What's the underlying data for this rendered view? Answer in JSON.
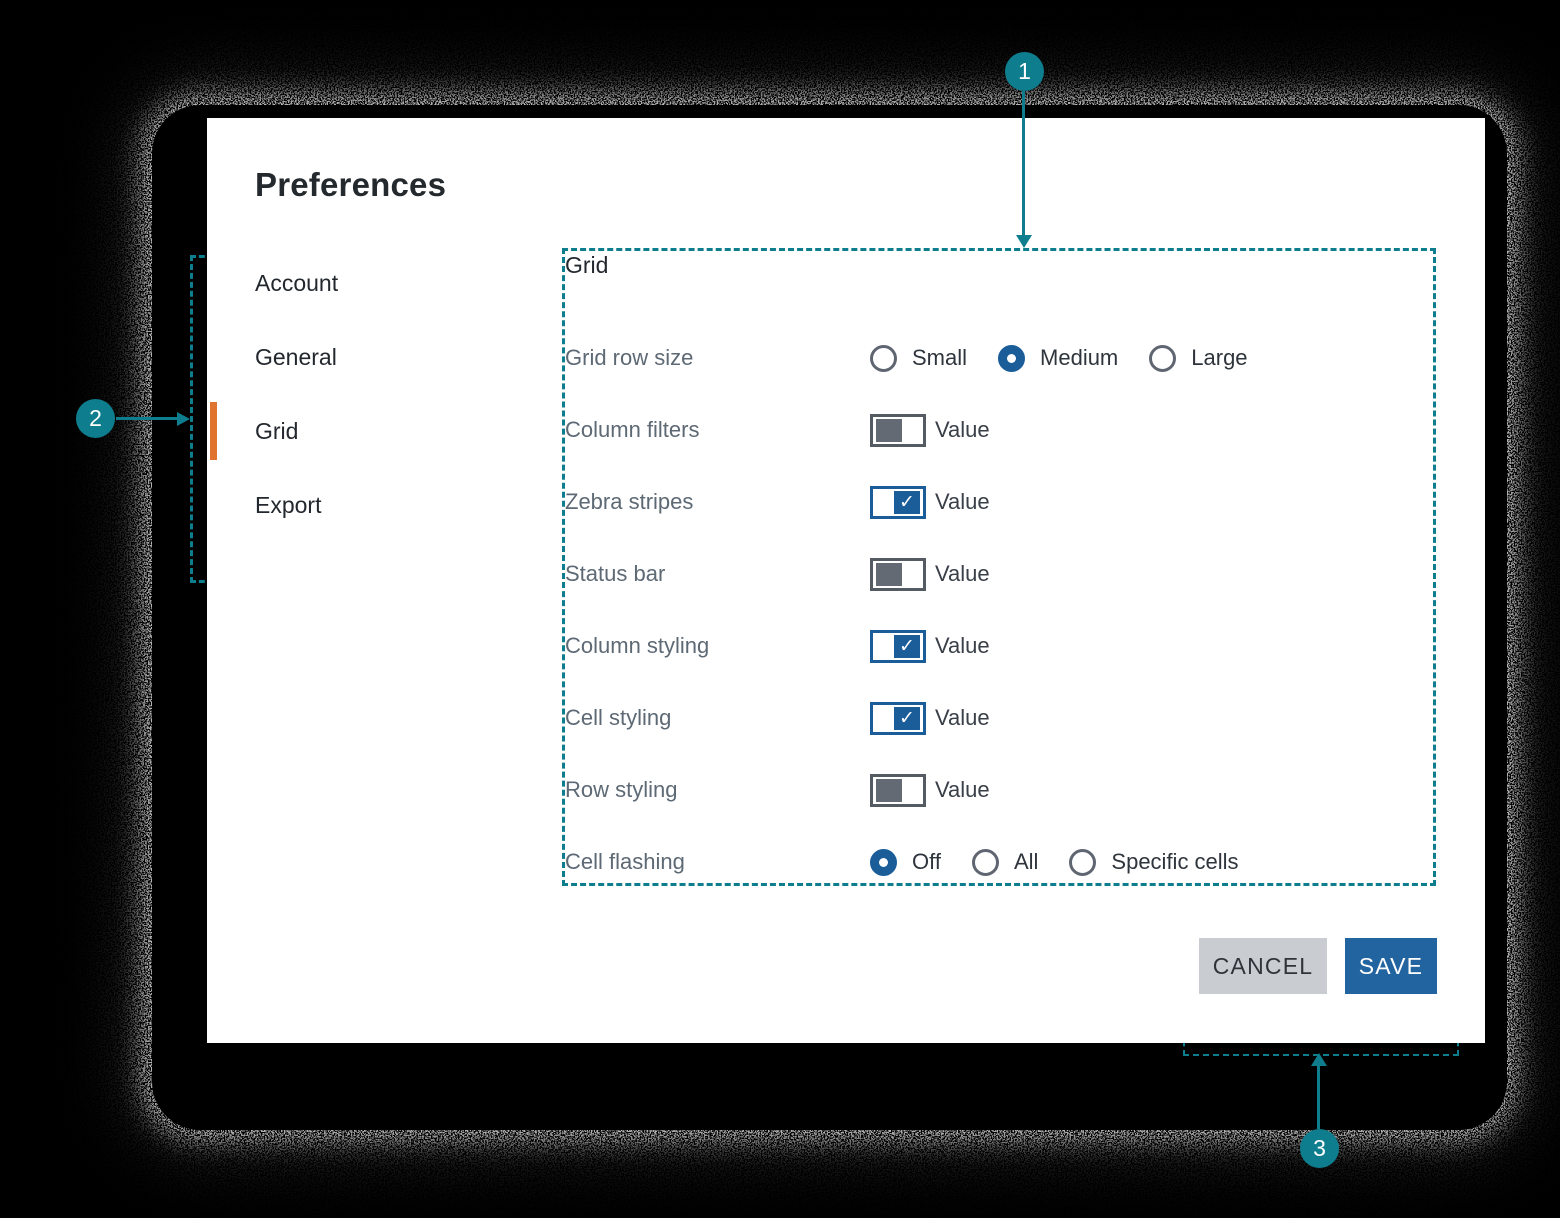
{
  "dialog": {
    "title": "Preferences",
    "sidebar": {
      "items": [
        {
          "label": "Account",
          "selected": false
        },
        {
          "label": "General",
          "selected": false
        },
        {
          "label": "Grid",
          "selected": true
        },
        {
          "label": "Export",
          "selected": false
        }
      ]
    },
    "panel": {
      "heading": "Grid",
      "rows": [
        {
          "label": "Grid row size",
          "control": "radio-group",
          "options": [
            {
              "label": "Small",
              "selected": false
            },
            {
              "label": "Medium",
              "selected": true
            },
            {
              "label": "Large",
              "selected": false
            }
          ]
        },
        {
          "label": "Column filters",
          "control": "toggle",
          "checked": false,
          "value_label": "Value"
        },
        {
          "label": "Zebra stripes",
          "control": "toggle",
          "checked": true,
          "value_label": "Value"
        },
        {
          "label": "Status bar",
          "control": "toggle",
          "checked": false,
          "value_label": "Value"
        },
        {
          "label": "Column styling",
          "control": "toggle",
          "checked": true,
          "value_label": "Value"
        },
        {
          "label": "Cell styling",
          "control": "toggle",
          "checked": true,
          "value_label": "Value"
        },
        {
          "label": "Row styling",
          "control": "toggle",
          "checked": false,
          "value_label": "Value"
        },
        {
          "label": "Cell flashing",
          "control": "radio-group",
          "options": [
            {
              "label": "Off",
              "selected": true
            },
            {
              "label": "All",
              "selected": false
            },
            {
              "label": "Specific cells",
              "selected": false
            }
          ]
        }
      ]
    },
    "buttons": {
      "cancel": "CANCEL",
      "save": "SAVE"
    }
  },
  "annotations": {
    "callouts": [
      {
        "number": "1",
        "target": "grid-settings-panel"
      },
      {
        "number": "2",
        "target": "sidebar-selected-item"
      },
      {
        "number": "3",
        "target": "action-buttons"
      }
    ]
  },
  "icons": {
    "check_glyph": "✓"
  },
  "colors": {
    "annotation_teal": "#0e7d8e",
    "control_blue": "#1a5d99",
    "save_blue": "#2264a0",
    "cancel_gray": "#c9cdd1",
    "selected_orange": "#e0742e",
    "label_gray": "#5d6974",
    "text_dark": "#23282e",
    "toggle_knob_gray": "#636a73",
    "card_white": "#ffffff",
    "background_black": "#000000"
  }
}
